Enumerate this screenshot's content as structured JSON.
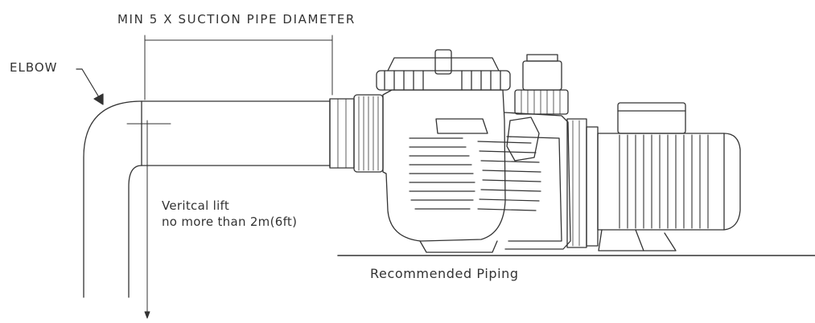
{
  "labels": {
    "dimension": "MIN 5 X SUCTION PIPE DIAMETER",
    "elbow": "ELBOW",
    "vertical_lift_line1": "Veritcal lift",
    "vertical_lift_line2": "no more than 2m(6ft)",
    "caption": "Recommended Piping"
  },
  "colors": {
    "line": "#333333",
    "background": "#ffffff"
  }
}
